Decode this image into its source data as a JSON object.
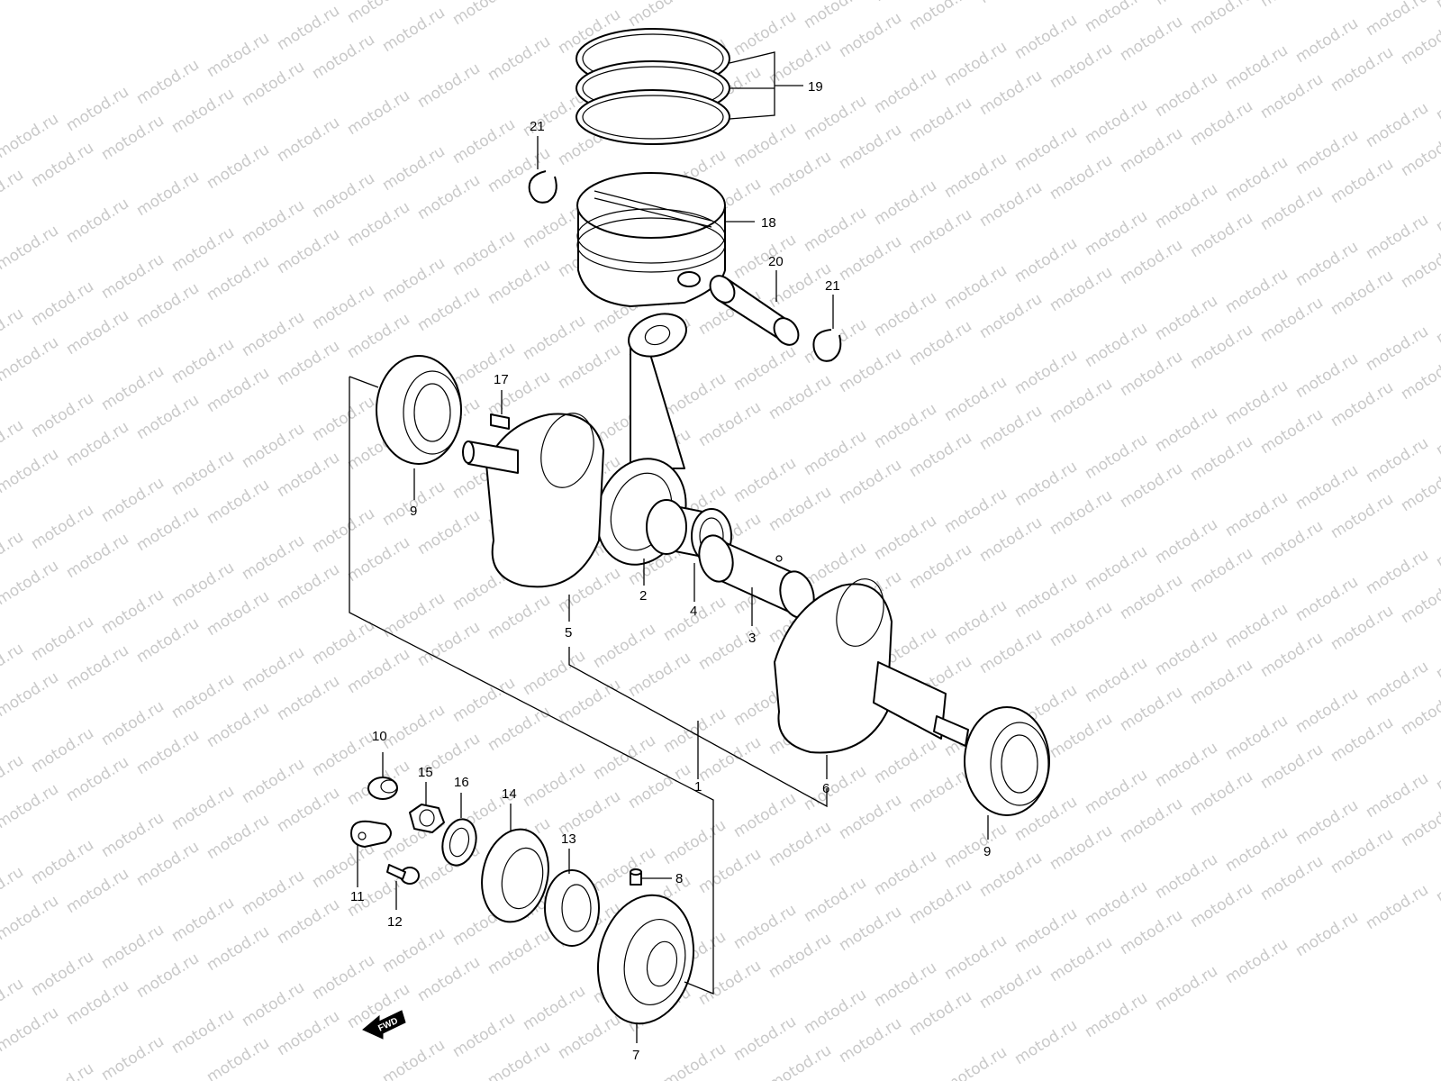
{
  "watermark": {
    "text": "motod.ru",
    "color": "#c9c9c9"
  },
  "direction_marker": {
    "text": "FWD",
    "icon": "fwd-arrow-icon"
  },
  "callouts": {
    "c1": "1",
    "c2": "2",
    "c3": "3",
    "c4": "4",
    "c5": "5",
    "c6": "6",
    "c7": "7",
    "c8": "8",
    "c9a": "9",
    "c9b": "9",
    "c10": "10",
    "c11": "11",
    "c12": "12",
    "c13": "13",
    "c14": "14",
    "c15": "15",
    "c16": "16",
    "c17": "17",
    "c18": "18",
    "c19": "19",
    "c20": "20",
    "c21a": "21",
    "c21b": "21"
  }
}
